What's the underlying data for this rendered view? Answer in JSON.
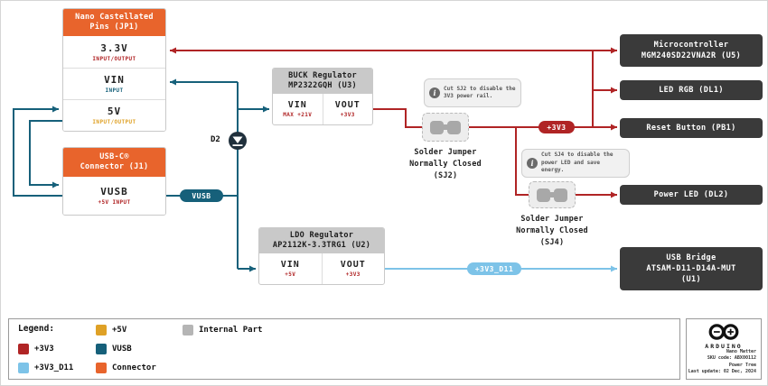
{
  "nano_pins": {
    "title": [
      "Nano Castellated",
      "Pins (JP1)"
    ],
    "rows": [
      {
        "label": "3.3V",
        "sub": "INPUT/OUTPUT"
      },
      {
        "label": "VIN",
        "sub": "INPUT"
      },
      {
        "label": "5V",
        "sub": "INPUT/OUTPUT"
      }
    ]
  },
  "usbc": {
    "title": [
      "USB-C®",
      "Connector (J1)"
    ],
    "rows": [
      {
        "label": "VUSB",
        "sub": "+5V INPUT"
      }
    ]
  },
  "buck": {
    "title": [
      "BUCK Regulator",
      "MP2322GQH (U3)"
    ],
    "ports": [
      {
        "label": "VIN",
        "sub": "MAX +21V"
      },
      {
        "label": "VOUT",
        "sub": "+3V3"
      }
    ]
  },
  "ldo": {
    "title": [
      "LDO Regulator",
      "AP2112K-3.3TRG1 (U2)"
    ],
    "ports": [
      {
        "label": "VIN",
        "sub": "+5V"
      },
      {
        "label": "VOUT",
        "sub": "+3V3"
      }
    ]
  },
  "diode": {
    "label": "D2"
  },
  "nets": {
    "vusb": "VUSB",
    "p3v3": "+3V3",
    "p3v3_d11": "+3V3_D11"
  },
  "callouts": [
    {
      "text": "Cut SJ2 to disable the 3V3 power rail."
    },
    {
      "text": "Cut SJ4 to disable the power LED and save energy."
    }
  ],
  "jumpers": [
    {
      "label": "Solder Jumper Normally Closed (SJ2)"
    },
    {
      "label": "Solder Jumper Normally Closed (SJ4)"
    }
  ],
  "components": [
    {
      "lines": [
        "Microcontroller",
        "MGM240SD22VNA2R (U5)"
      ]
    },
    {
      "lines": [
        "LED RGB (DL1)"
      ]
    },
    {
      "lines": [
        "Reset Button (PB1)"
      ]
    },
    {
      "lines": [
        "Power LED (DL2)"
      ]
    },
    {
      "lines": [
        "USB Bridge",
        "ATSAM-D11-D14A-MUT",
        "(U1)"
      ]
    }
  ],
  "legend": {
    "title": "Legend:",
    "items": [
      {
        "label": "+3V3",
        "color": "#B02425"
      },
      {
        "label": "+3V3_D11",
        "color": "#7DC3E8"
      },
      {
        "label": "+5V",
        "color": "#DFA126"
      },
      {
        "label": "VUSB",
        "color": "#16607A"
      },
      {
        "label": "Connector",
        "color": "#E8642C"
      },
      {
        "label": "Internal Part",
        "color": "#B5B5B5"
      }
    ]
  },
  "brand": {
    "name": "ARDUINO",
    "info_lines": [
      "Nano Matter",
      "SKU code: ABX00112",
      "Power Tree",
      "Last update: 02 Dec, 2024"
    ]
  }
}
